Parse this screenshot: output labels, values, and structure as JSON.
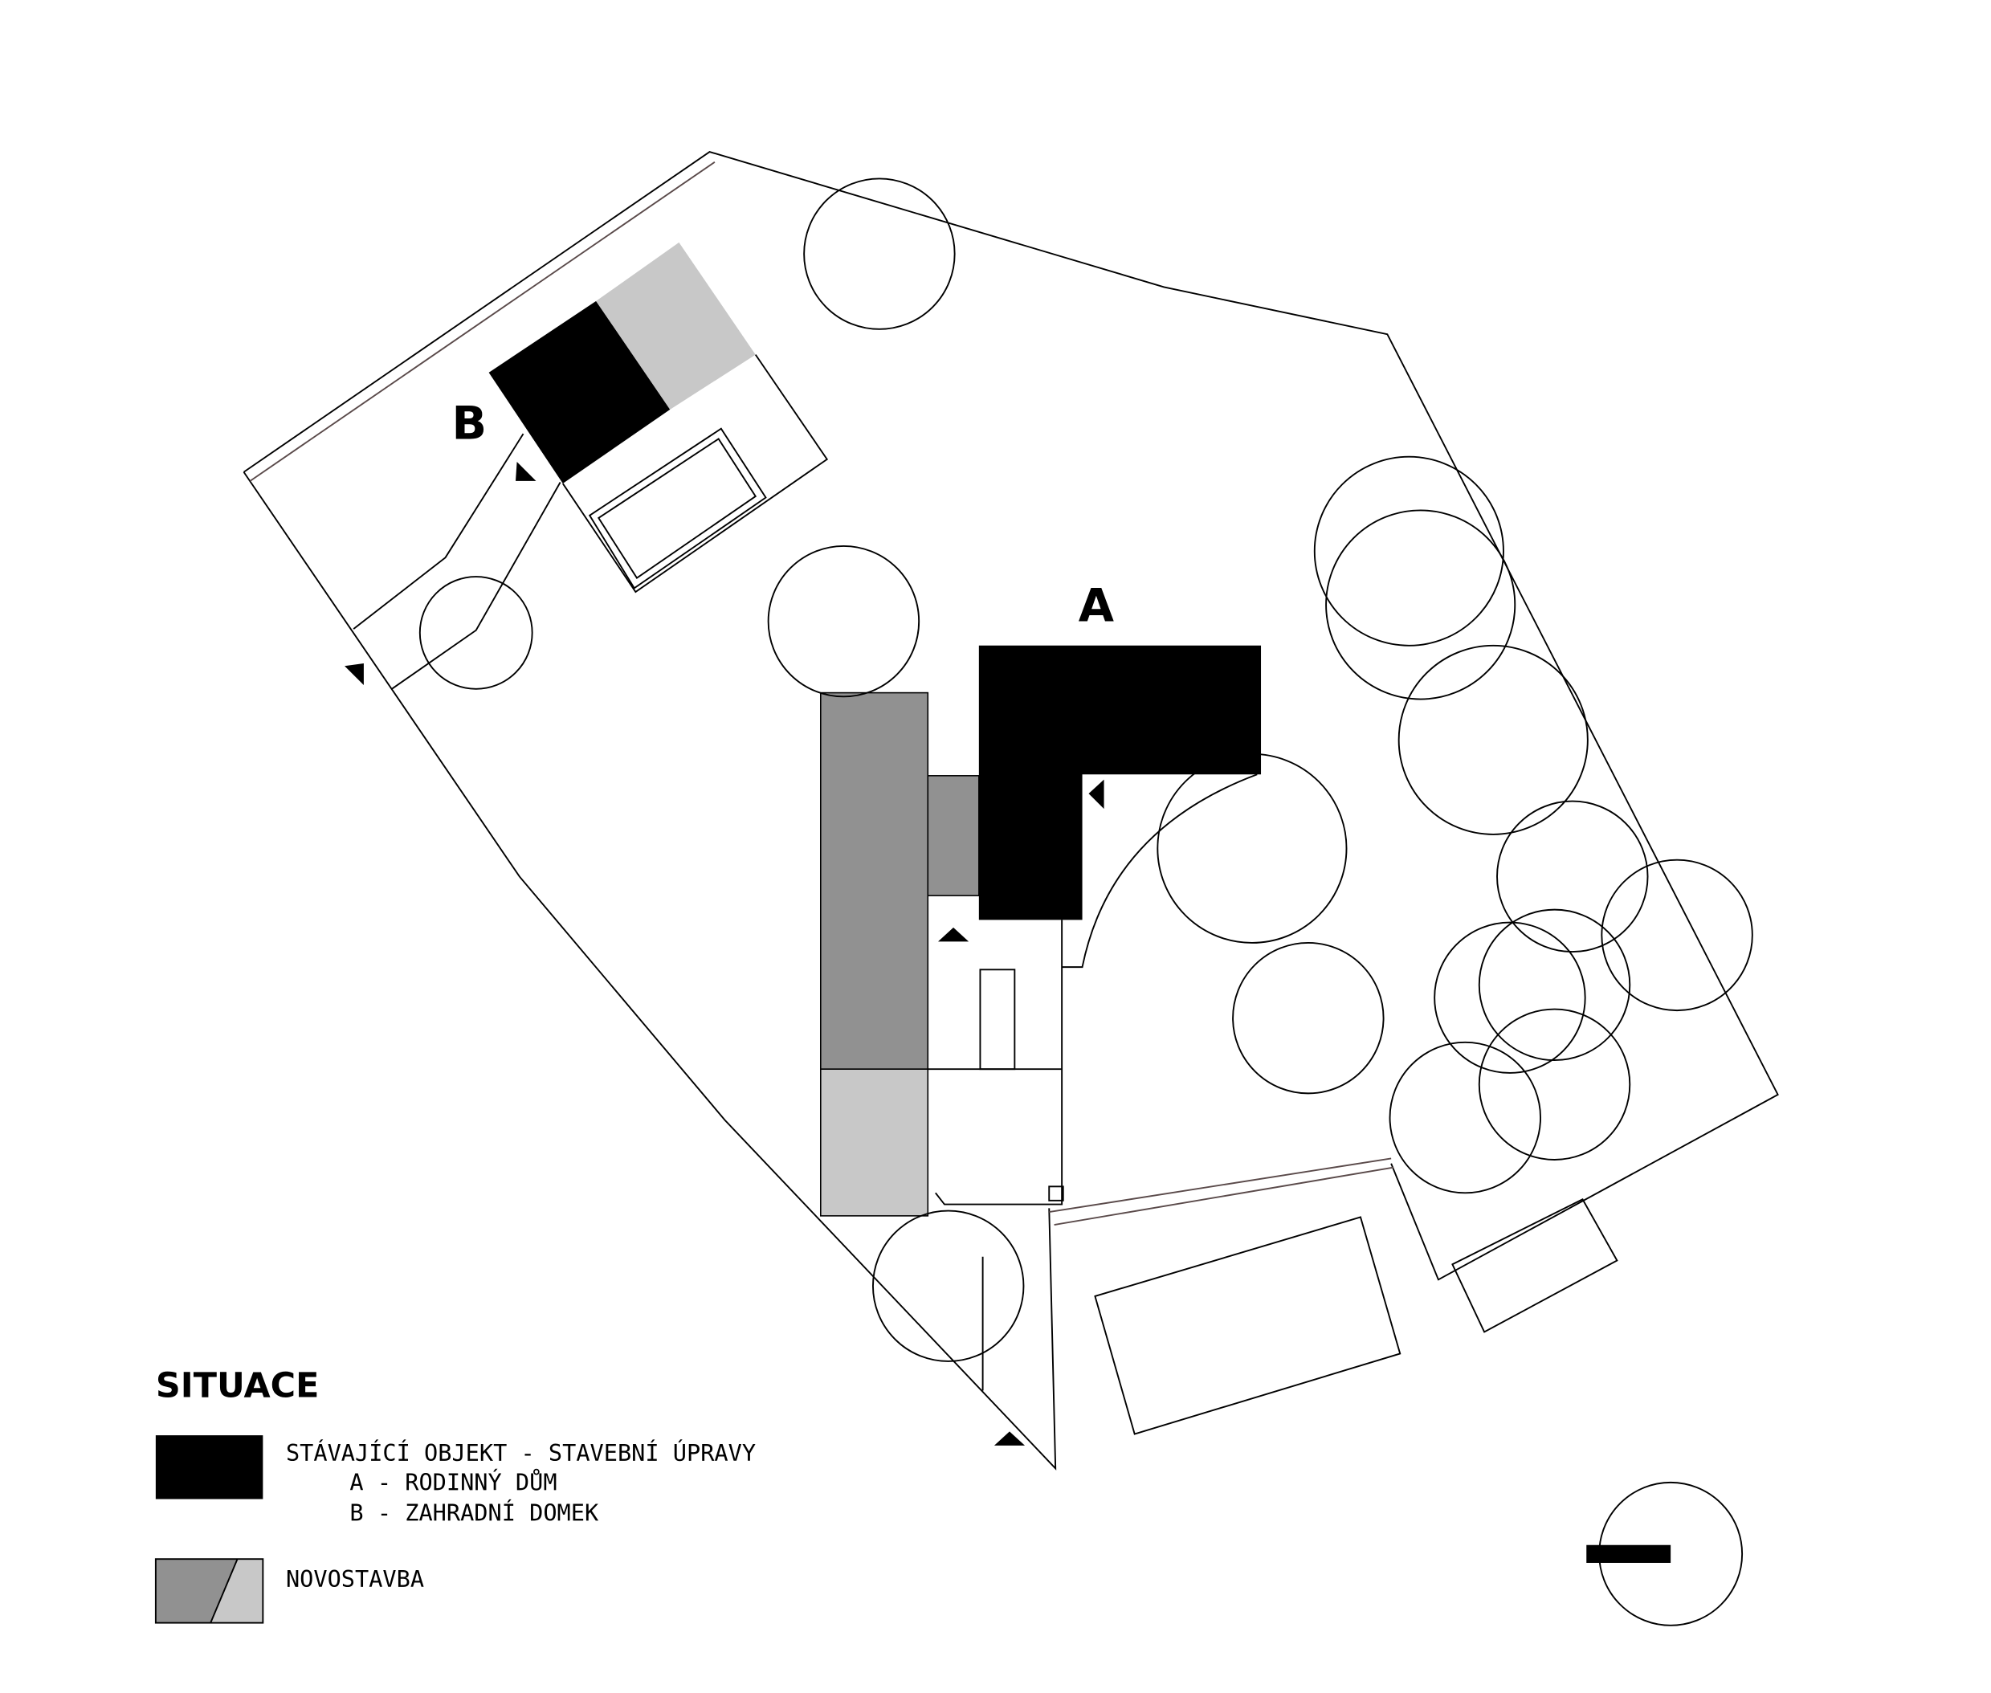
{
  "labels": {
    "building_a": "A",
    "building_b": "B"
  },
  "legend": {
    "title": "SITUACE",
    "existing": "STÁVAJÍCÍ OBJEKT - STAVEBNÍ ÚPRAVY",
    "existing_a": "A - RODINNÝ DŮM",
    "existing_b": "B - ZAHRADNÍ DOMEK",
    "new": "NOVOSTAVBA"
  },
  "colors": {
    "existing": "#000000",
    "new_dark": "#919191",
    "new_light": "#c8c8c8"
  }
}
